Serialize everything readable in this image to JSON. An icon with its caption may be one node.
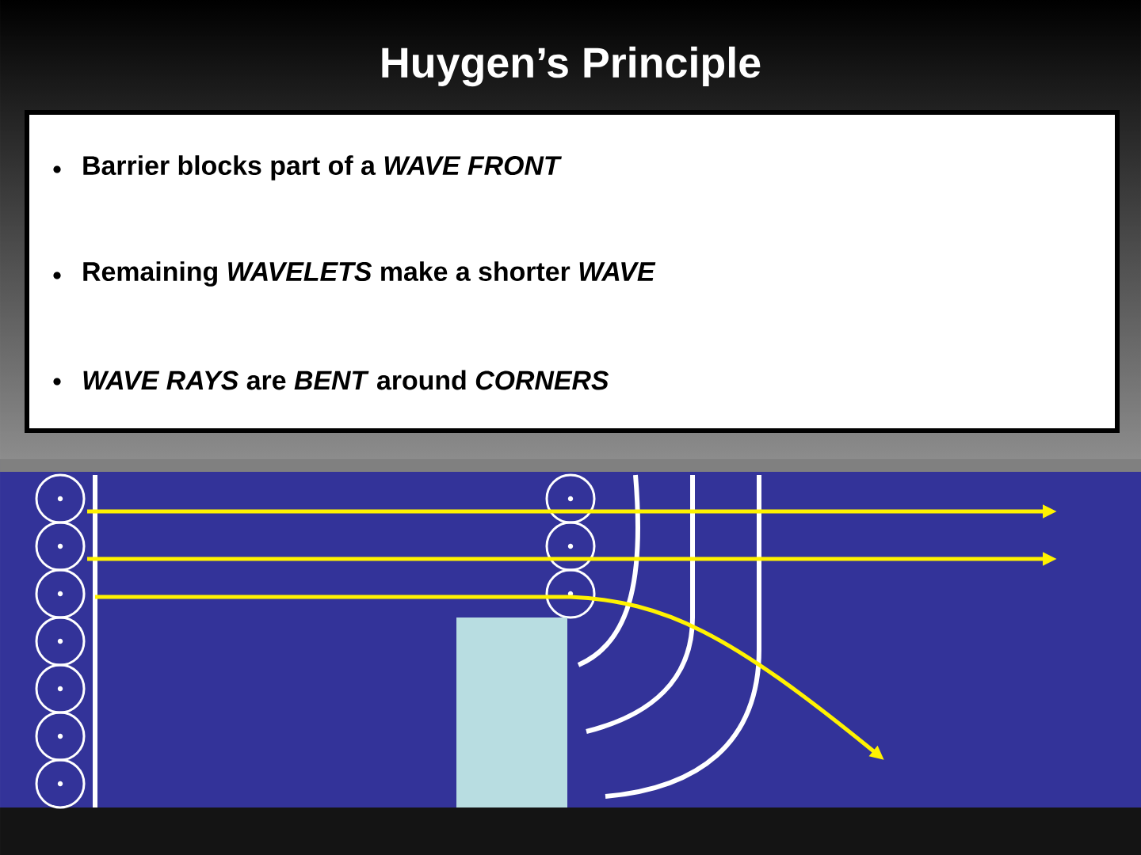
{
  "diagram": {
    "title": "Huygen’s Principle",
    "labels": [
      "Barrier blocks part of a *WAVE FRONT*",
      "Remaining *WAVELETS* make a shorter *WAVE*",
      "*WAVE RAYS* are *BENT* around *CORNERS*"
    ]
  }
}
